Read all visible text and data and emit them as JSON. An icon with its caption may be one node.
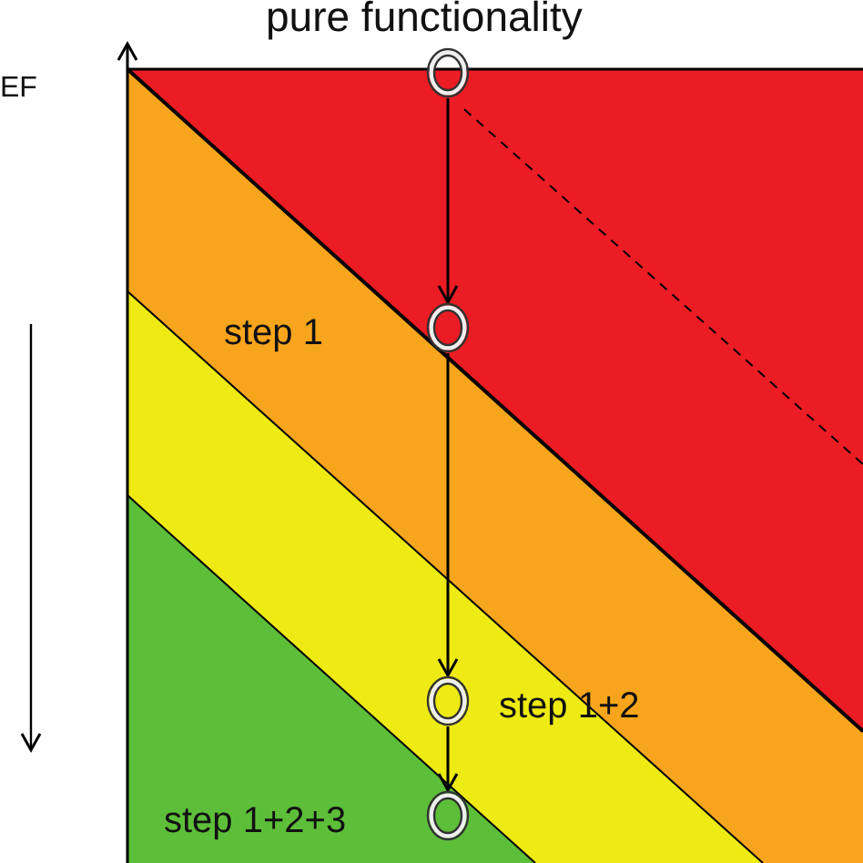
{
  "diagram": {
    "nodes": [
      {
        "text": [],
        "shape": "circle",
        "beside": [
          "pure functionality"
        ]
      },
      {
        "text": [],
        "shape": "circle",
        "beside": [
          "step 1"
        ]
      },
      {
        "text": [],
        "shape": "circle",
        "beside": [
          "step 1+2"
        ]
      },
      {
        "text": [],
        "shape": "circle",
        "beside": [
          "step 1+2+3"
        ]
      }
    ],
    "edges": [
      {
        "from": 0,
        "to": 1,
        "arrow": "to"
      },
      {
        "from": 1,
        "to": 2,
        "arrow": "to"
      },
      {
        "from": 2,
        "to": 3,
        "arrow": "to"
      }
    ],
    "labels": [
      "EF"
    ]
  }
}
